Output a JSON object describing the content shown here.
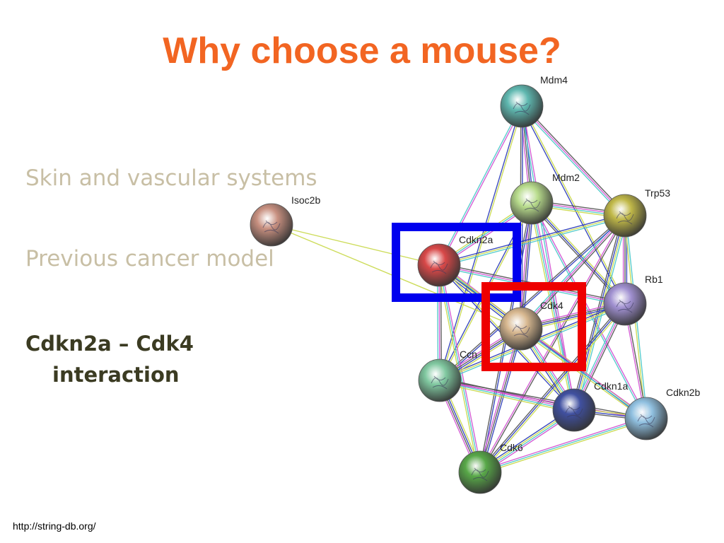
{
  "slide": {
    "title": "Why choose a mouse?",
    "bullets": [
      "Skin and vascular systems",
      "Previous cancer model"
    ],
    "highlight": {
      "line1": "Cdkn2a – Cdk4",
      "line2": "interaction"
    },
    "source_url": "http://string-db.org/"
  },
  "network": {
    "nodes": [
      {
        "id": "Mdm4",
        "label": "Mdm4",
        "color": "#5fb8b0"
      },
      {
        "id": "Mdm2",
        "label": "Mdm2",
        "color": "#b8dc8c"
      },
      {
        "id": "Trp53",
        "label": "Trp53",
        "color": "#c0b848"
      },
      {
        "id": "Isoc2b",
        "label": "Isoc2b",
        "color": "#c89080"
      },
      {
        "id": "Cdkn2a",
        "label": "Cdkn2a",
        "color": "#d84848"
      },
      {
        "id": "Rb1",
        "label": "Rb1",
        "color": "#a090d0"
      },
      {
        "id": "Cdk4",
        "label": "Cdk4",
        "color": "#d8b890"
      },
      {
        "id": "Ccn",
        "label": "Ccn",
        "color": "#80c8a0"
      },
      {
        "id": "Cdkn1a",
        "label": "Cdkn1a",
        "color": "#4050a0"
      },
      {
        "id": "Cdkn2b",
        "label": "Cdkn2b",
        "color": "#90c0e0"
      },
      {
        "id": "Cdk6",
        "label": "Cdk6",
        "color": "#58a848"
      }
    ],
    "highlight_boxes": [
      {
        "name": "blue-highlight-box",
        "color": "#0000ee"
      },
      {
        "name": "red-highlight-box",
        "color": "#ee0000"
      }
    ]
  }
}
